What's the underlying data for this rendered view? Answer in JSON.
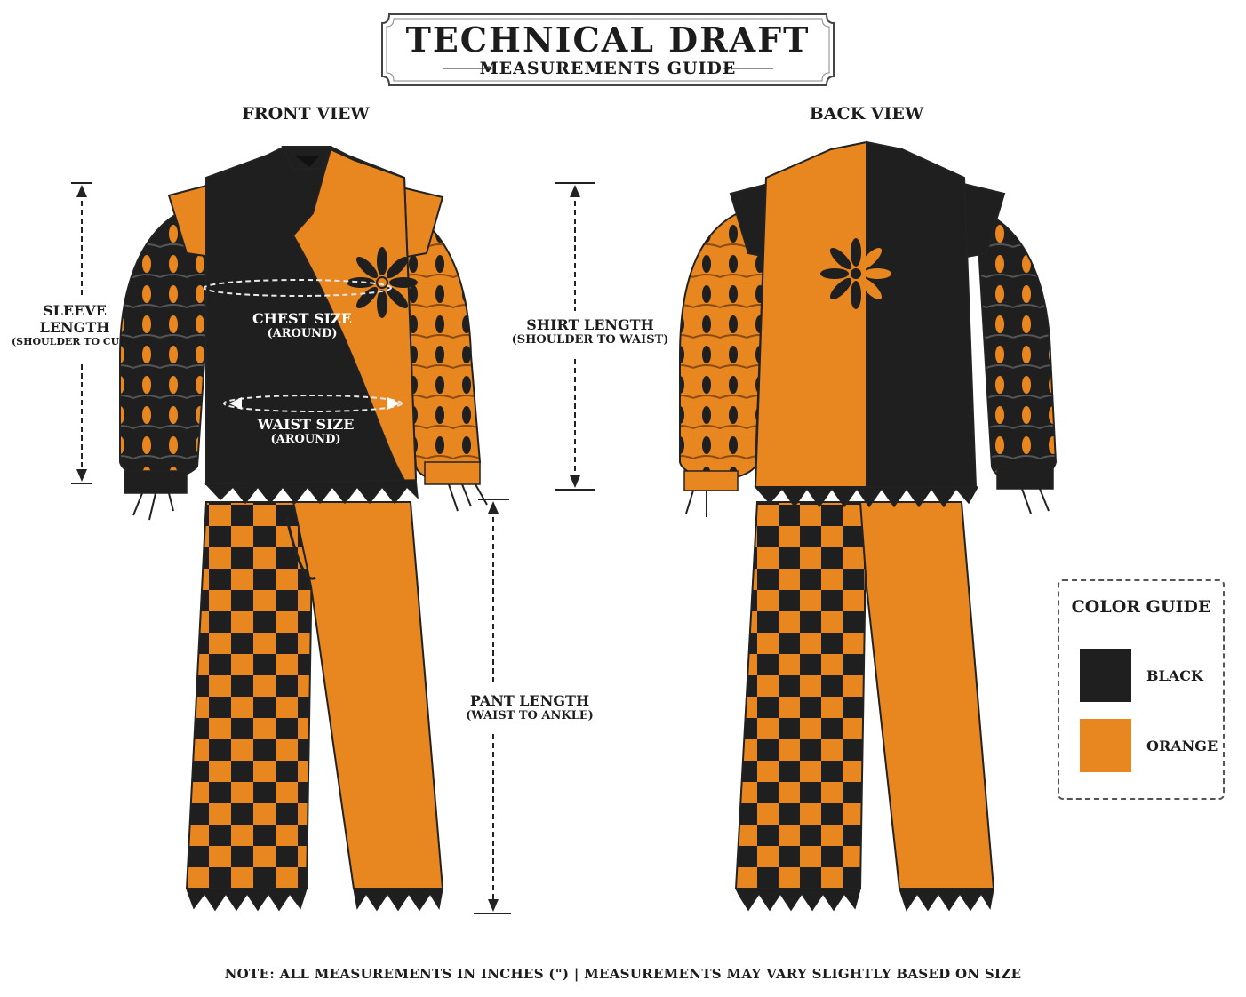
{
  "header": {
    "title": "TECHNICAL DRAFT",
    "subtitle": "MEASUREMENTS GUIDE"
  },
  "views": {
    "front": "FRONT VIEW",
    "back": "BACK VIEW"
  },
  "measurements": {
    "sleeve": {
      "line1": "SLEEVE",
      "line2": "LENGTH",
      "detail": "(SHOULDER TO CUFF)"
    },
    "chest": {
      "label": "CHEST SIZE",
      "detail": "(AROUND)"
    },
    "waist": {
      "label": "WAIST SIZE",
      "detail": "(AROUND)"
    },
    "shirt": {
      "label": "SHIRT LENGTH",
      "detail": "(SHOULDER TO WAIST)"
    },
    "pant": {
      "label": "PANT LENGTH",
      "detail": "(WAIST TO ANKLE)"
    }
  },
  "legend": {
    "title": "COLOR GUIDE",
    "items": [
      {
        "label": "BLACK",
        "color": "#1f1f1f"
      },
      {
        "label": "ORANGE",
        "color": "#e8861f"
      }
    ]
  },
  "note": "NOTE: ALL MEASUREMENTS IN INCHES (\") | MEASUREMENTS MAY VARY SLIGHTLY BASED ON SIZE",
  "colors": {
    "black": "#1f1f1f",
    "orange": "#e8861f",
    "ink": "#1c1c1c"
  }
}
